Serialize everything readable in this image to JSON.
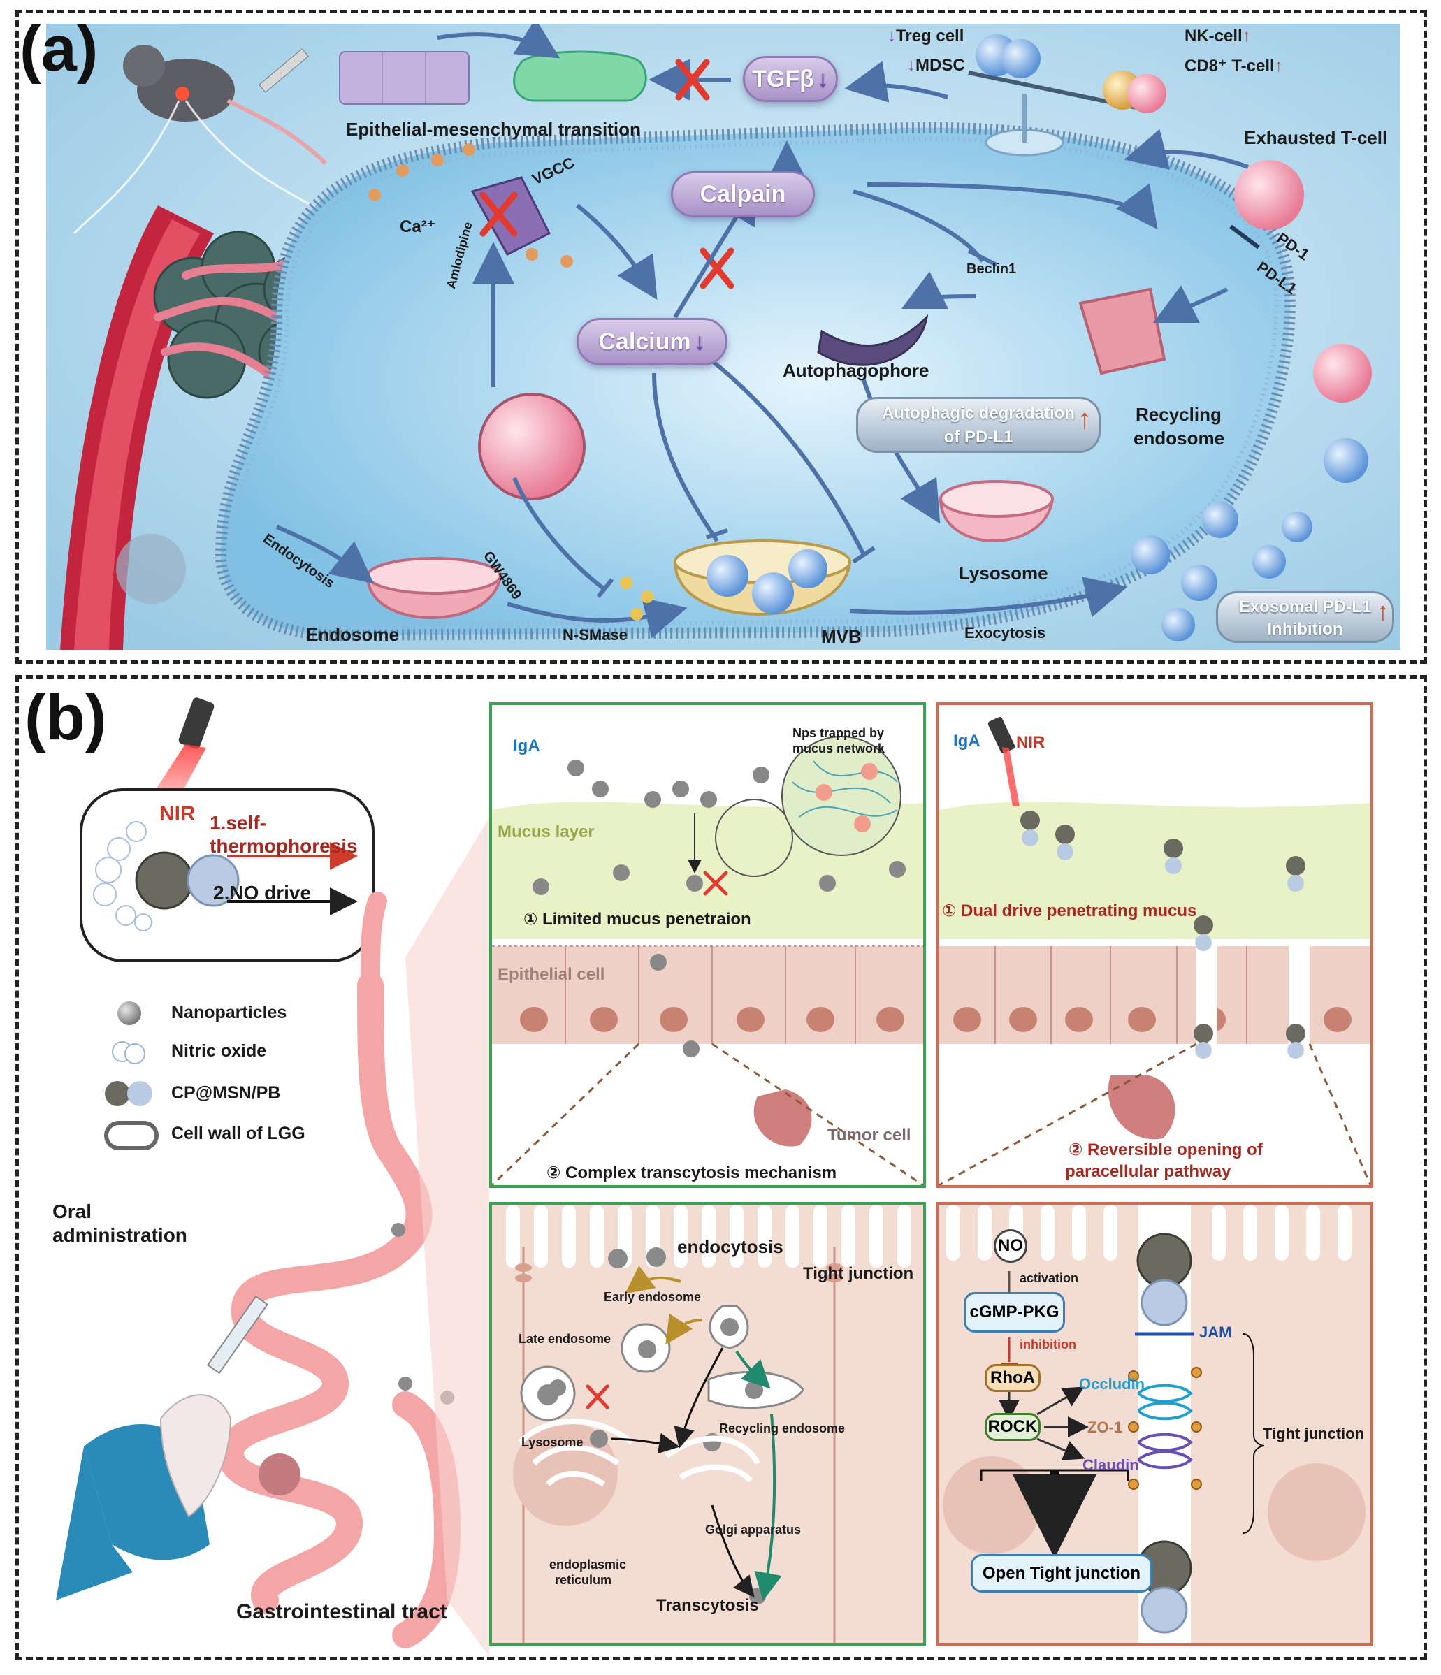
{
  "panel_a": {
    "letter": "(a)",
    "labels": {
      "emt": "Epithelial-mesenchymal transition",
      "tgfb": "TGFβ",
      "treg": "Treg cell",
      "mdsc": "MDSC",
      "nk": "NK-cell",
      "cd8": "CD8⁺ T-cell",
      "exhausted": "Exhausted T-cell",
      "vgcc": "VGCC",
      "ca": "Ca²⁺",
      "calpain": "Calpain",
      "calcium": "Calcium",
      "beclin": "Beclin1",
      "pd1": "PD-1",
      "pdl1": "PD-L1",
      "amlodipine": "Amlodipine",
      "autophagophore": "Autophagophore",
      "autophagic": "Autophagic degradation",
      "of_pdl1": "of PD-L1",
      "recycling": "Recycling",
      "endosome_r": "endosome",
      "lysosome": "Lysosome",
      "gw": "GW4869",
      "endocytosis": "Endocytosis",
      "endosome": "Endosome",
      "nsmase": "N-SMase",
      "mvb": "MVB",
      "exocytosis": "Exocytosis",
      "exosomal": "Exosomal PD-L1",
      "inhibition": "Inhibition"
    }
  },
  "panel_b": {
    "letter": "(b)",
    "drive": {
      "nir": "NIR",
      "self1": "1.self-",
      "self2": "thermophoresis",
      "no": "2.NO drive"
    },
    "legend": [
      {
        "label": "Nanoparticles"
      },
      {
        "label": "Nitric oxide"
      },
      {
        "label": "CP@MSN/PB"
      },
      {
        "label": "Cell wall of LGG"
      }
    ],
    "oral1": "Oral",
    "oral2": "administration",
    "gi": "Gastrointestinal tract",
    "left_top": {
      "iga": "IgA",
      "trapped1": "Nps trapped by",
      "trapped2": "mucus network",
      "mucus": "Mucus layer",
      "limited": "① Limited mucus penetraion",
      "epithelial": "Epithelial cell",
      "tumor": "Tumor cell",
      "complex": "② Complex transcytosis mechanism"
    },
    "right_top": {
      "iga": "IgA",
      "nir": "NIR",
      "dual": "① Dual drive penetrating mucus",
      "rev1": "② Reversible opening of",
      "rev2": "paracellular pathway"
    },
    "left_bottom": {
      "endocytosis": "endocytosis",
      "tight": "Tight junction",
      "early": "Early endosome",
      "late": "Late endosome",
      "lysosome": "Lysosome",
      "recycling": "Recycling endosome",
      "golgi": "Golgi apparatus",
      "er1": "endoplasmic",
      "er2": "reticulum",
      "transcytosis": "Transcytosis"
    },
    "right_bottom": {
      "no": "NO",
      "activation": "activation",
      "cgmp": "cGMP-PKG",
      "inhibition": "inhibition",
      "rhoa": "RhoA",
      "rock": "ROCK",
      "occludin": "Occludin",
      "zo1": "ZO-1",
      "claudin": "Claudin",
      "jam": "JAM",
      "tight": "Tight junction",
      "open": "Open Tight junction"
    }
  },
  "colors": {
    "panel_a_bg": "#bfe0f1",
    "mucus": "#e9f2c6",
    "epithelium": "#efd0c6",
    "green_frame": "#3aa353",
    "red_frame": "#d36a52"
  }
}
